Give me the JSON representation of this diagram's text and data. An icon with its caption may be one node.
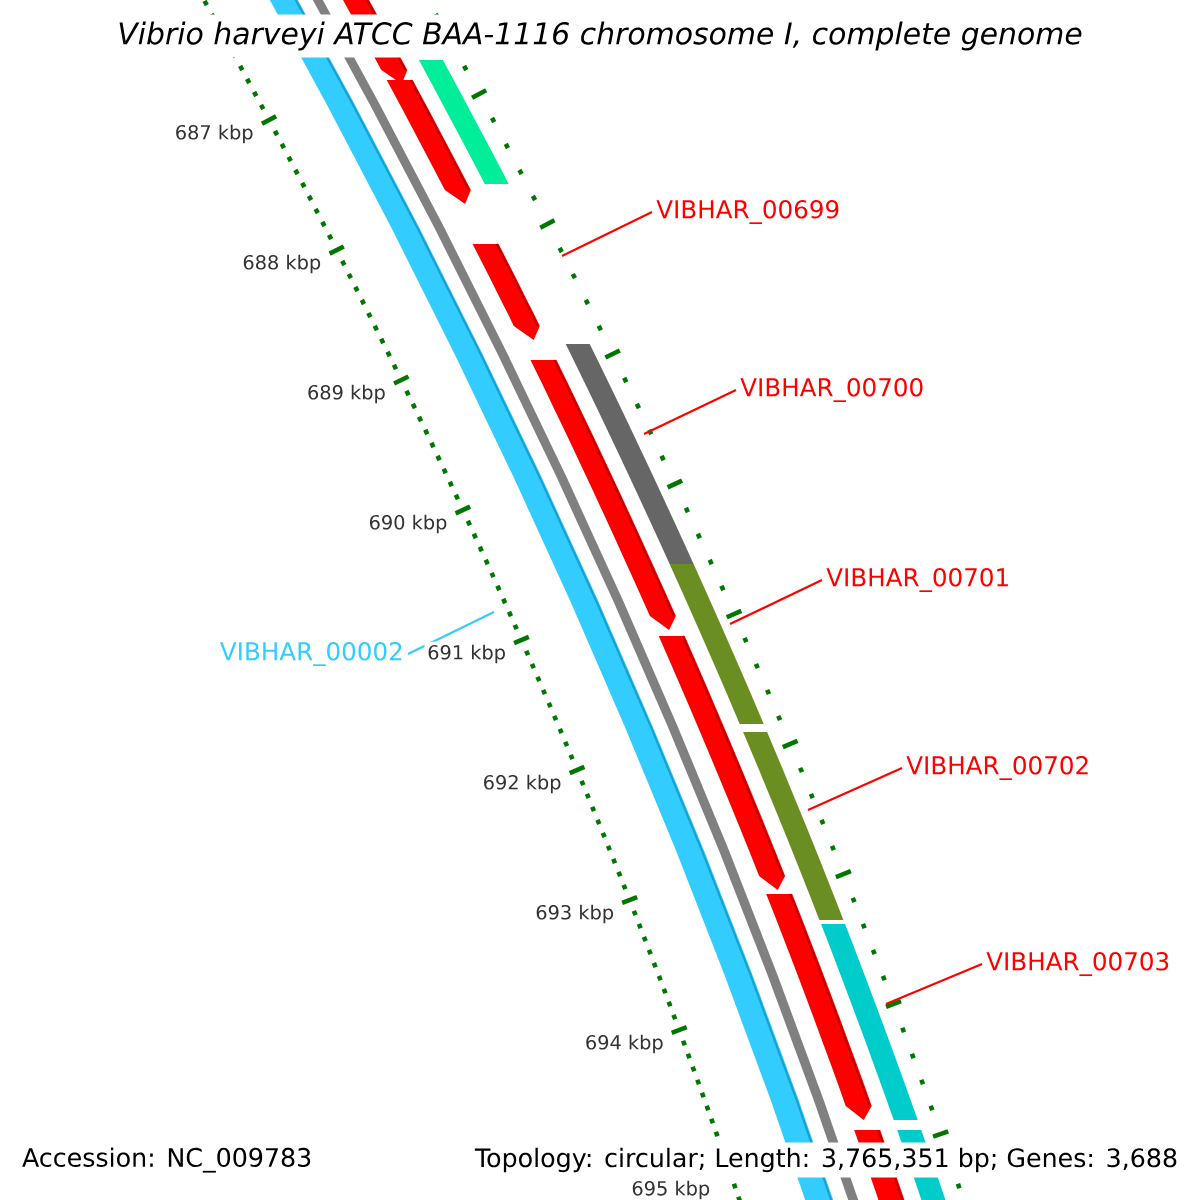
{
  "diagram": {
    "title": "Vibrio harveyi ATCC BAA-1116 chromosome I, complete genome",
    "nodes": [
      {
        "text": [
          "VIBHAR_00699"
        ]
      },
      {
        "text": [
          "VIBHAR_00700"
        ]
      },
      {
        "text": [
          "VIBHAR_00701"
        ]
      },
      {
        "text": [
          "VIBHAR_00702"
        ]
      },
      {
        "text": [
          "VIBHAR_00703"
        ]
      },
      {
        "text": [
          "VIBHAR_00002"
        ]
      }
    ],
    "edges": [
      {
        "from": 0,
        "to": null,
        "arrow": "none"
      },
      {
        "from": 1,
        "to": null,
        "arrow": "none"
      },
      {
        "from": 2,
        "to": null,
        "arrow": "none"
      },
      {
        "from": 3,
        "to": null,
        "arrow": "none"
      },
      {
        "from": 4,
        "to": null,
        "arrow": "none"
      },
      {
        "from": 5,
        "to": null,
        "arrow": "none",
        "color": "#33ccff"
      }
    ],
    "labels": [
      "687 kbp",
      "688 kbp",
      "689 kbp",
      "690 kbp",
      "691 kbp",
      "692 kbp",
      "693 kbp",
      "694 kbp",
      "695 kbp",
      "Accession: NC_009783",
      "Topology: circular; Length: 3,765,351 bp; Genes: 3,688"
    ]
  }
}
